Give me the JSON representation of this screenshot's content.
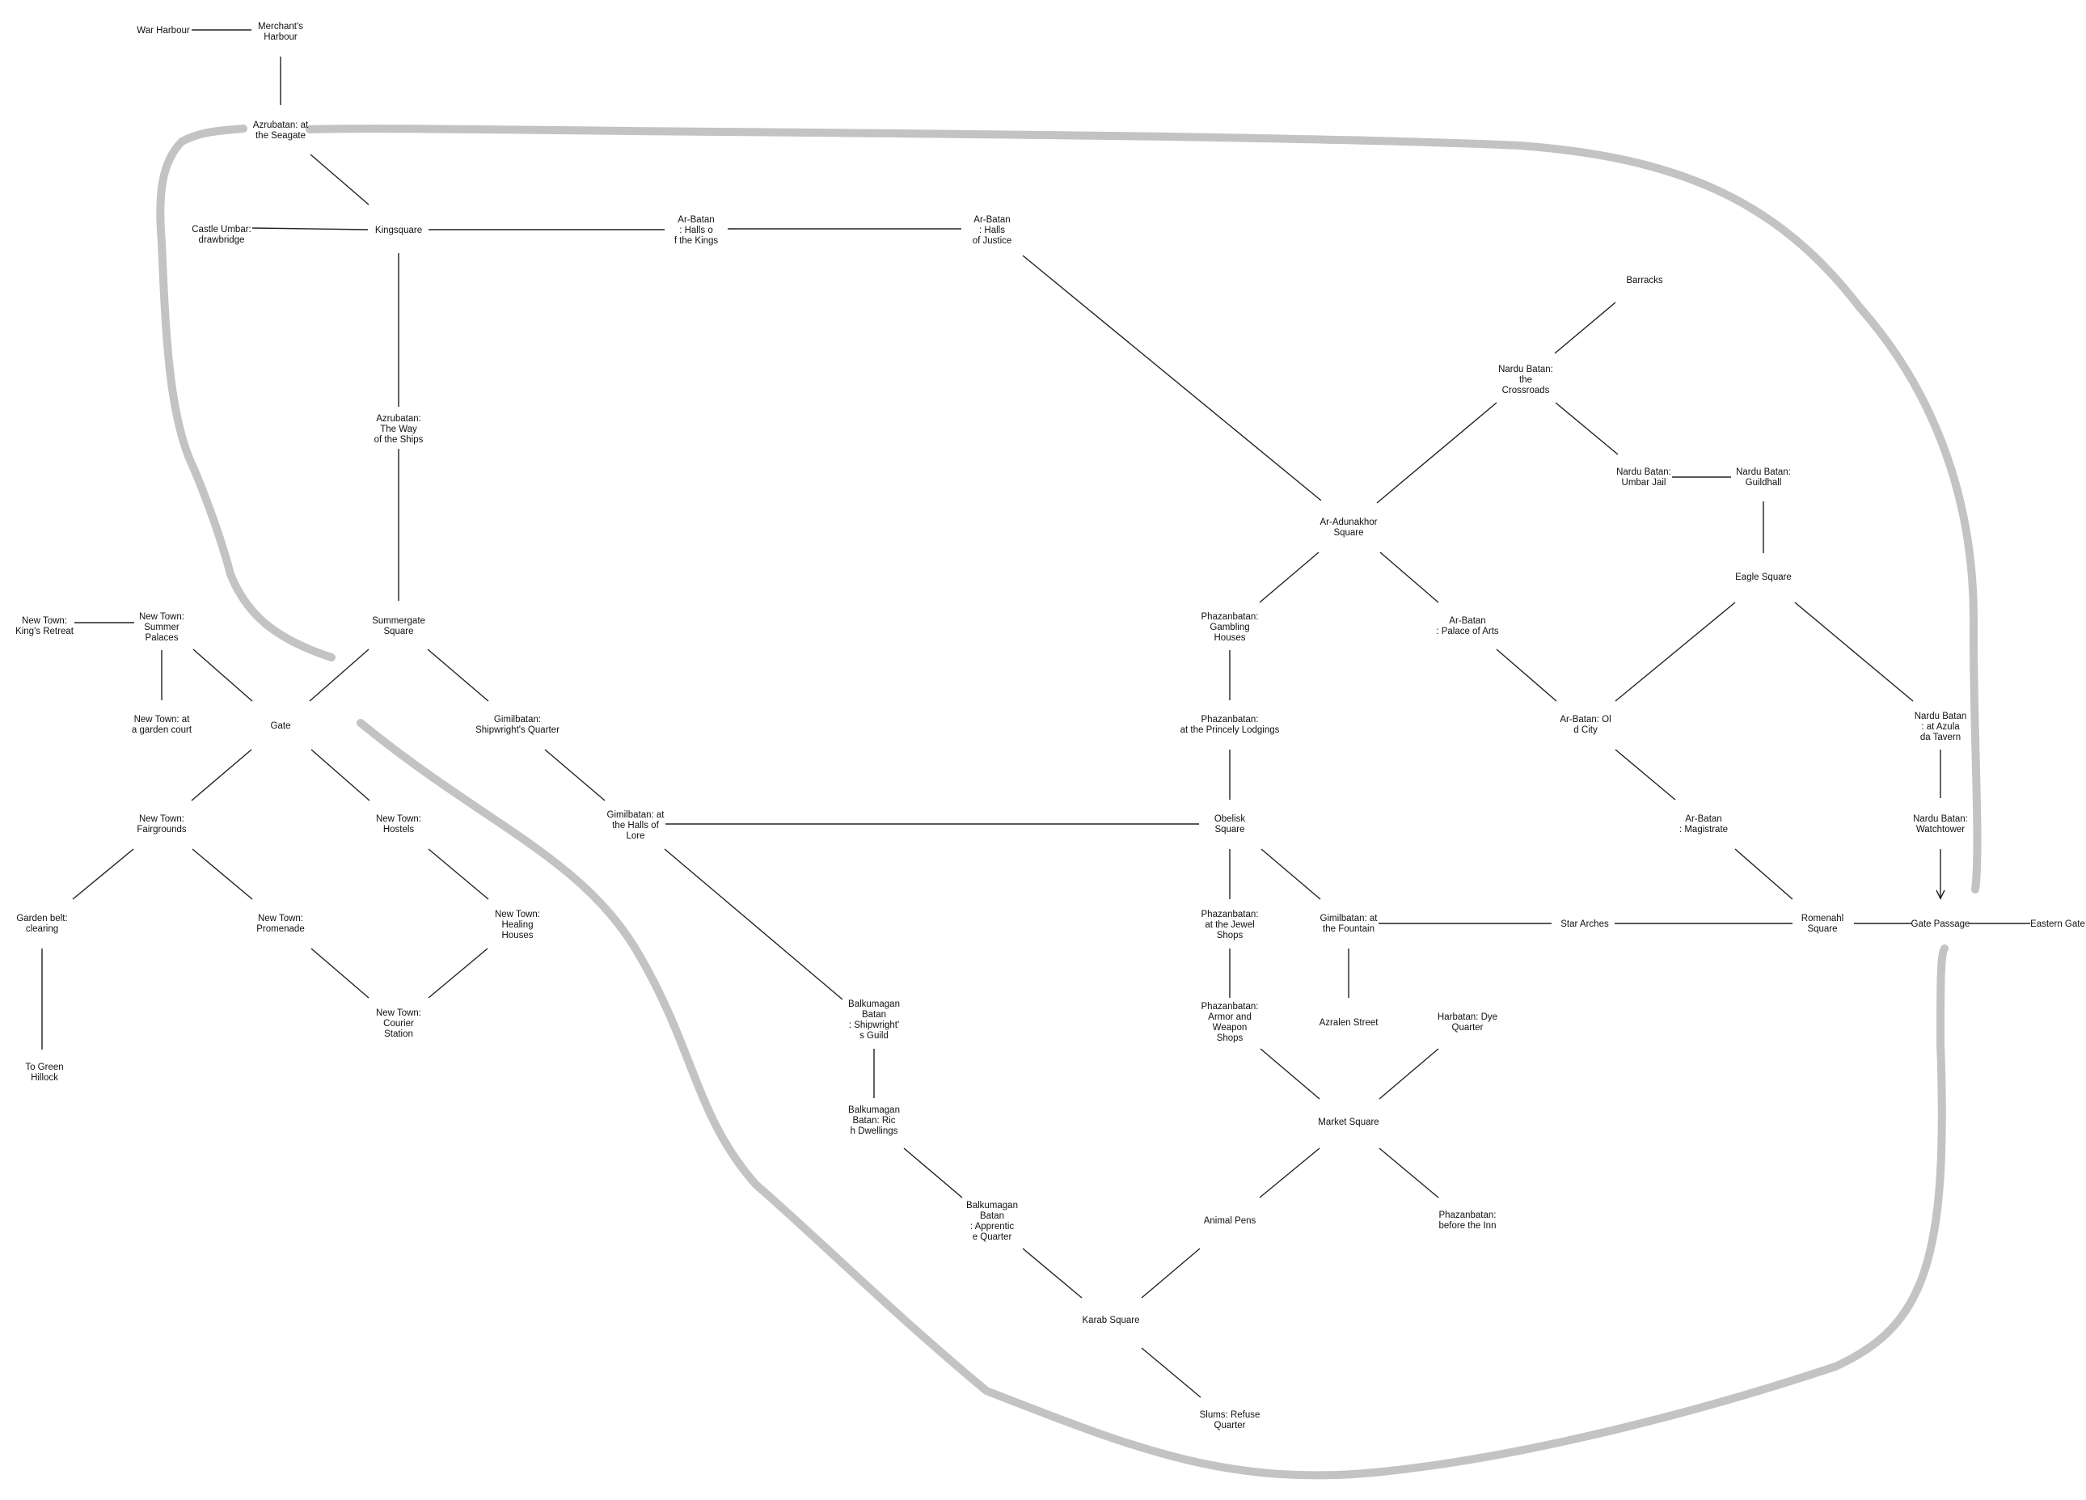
{
  "map": {
    "colors": {
      "background": "#ffffff",
      "city_wall": "#c3c3c3",
      "link": "#222222",
      "text": "#111111"
    },
    "locations": {
      "war_harbour": "War Harbour",
      "merchants_harbour": "Merchant's Harbour",
      "azrubatan_seagate": "Azrubatan: at the Seagate",
      "castle_umbar": "Castle Umbar: drawbridge",
      "kingsquare": "Kingsquare",
      "arbatan_halls_kings": "Ar-Batan: Halls of the Kings",
      "arbatan_halls_justice": "Ar-Batan: Halls of Justice",
      "barracks": "Barracks",
      "nardu_crossroads": "Nardu Batan: the Crossroads",
      "nardu_jail": "Nardu Batan: Umbar Jail",
      "nardu_guildhall": "Nardu Batan: Guildhall",
      "azrubatan_ships": "Azrubatan: The Way of the Ships",
      "ar_adunakhor": "Ar-Adunakhor Square",
      "eagle_square": "Eagle Square",
      "newtown_kings_retreat": "New Town: King's Retreat",
      "newtown_summer_palaces": "New Town: Summer Palaces",
      "summergate": "Summergate Square",
      "phaz_gambling": "Phazanbatan: Gambling Houses",
      "arbatan_palace_arts": "Ar-Batan: Palace of Arts",
      "newtown_garden_court": "New Town: at a garden court",
      "gate": "Gate",
      "gimil_shipwright": "Gimilbatan: Shipwright's Quarter",
      "phaz_princely": "Phazanbatan: at the Princely Lodgings",
      "arbatan_old_city": "Ar-Batan: Old City",
      "nardu_azulada": "Nardu Batan: at Azulada Tavern",
      "newtown_fairgrounds": "New Town: Fairgrounds",
      "newtown_hostels": "New Town: Hostels",
      "gimil_halls_lore": "Gimilbatan: at the Halls of Lore",
      "obelisk": "Obelisk Square",
      "arbatan_magistrate": "Ar-Batan: Magistrate",
      "nardu_watchtower": "Nardu Batan: Watchtower",
      "garden_belt": "Garden belt: clearing",
      "newtown_promenade": "New Town: Promenade",
      "newtown_healing": "New Town: Healing Houses",
      "phaz_jewel": "Phazanbatan: at the Jewel Shops",
      "gimil_fountain": "Gimilbatan: at the Fountain",
      "star_arches": "Star Arches",
      "romenahl": "Romenahl Square",
      "gate_passage": "Gate Passage",
      "eastern_gate": "Eastern Gate",
      "newtown_courier": "New Town: Courier Station",
      "balk_shipwright_guild": "Balkumagan Batan: Shipwright's Guild",
      "phaz_armor": "Phazanbatan: Armor and Weapon Shops",
      "azralen": "Azralen Street",
      "harbatan_dye": "Harbatan: Dye Quarter",
      "to_green_hillock": "To Green Hillock",
      "balk_rich": "Balkumagan Batan: Rich Dwellings",
      "market_square": "Market Square",
      "balk_apprentice": "Balkumagan Batan: Apprentice Quarter",
      "animal_pens": "Animal Pens",
      "phaz_before_inn": "Phazanbatan: before the Inn",
      "karab_square": "Karab Square",
      "slums": "Slums: Refuse Quarter"
    }
  }
}
